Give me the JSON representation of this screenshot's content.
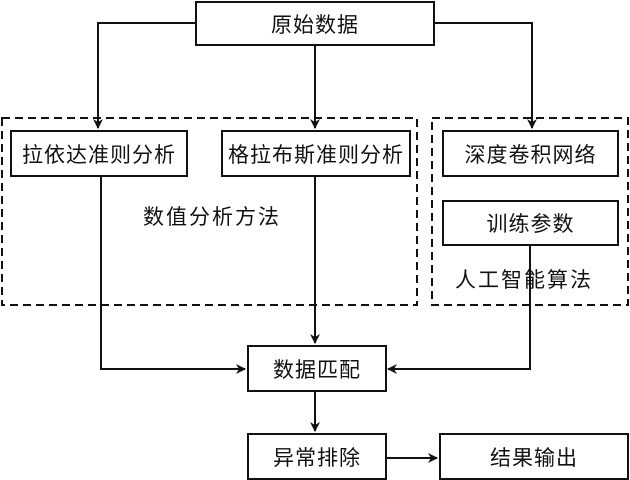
{
  "diagram": {
    "nodes": {
      "raw_data": "原始数据",
      "pauta": "拉依达准则分析",
      "grubbs": "格拉布斯准则分析",
      "cnn": "深度卷积网络",
      "train": "训练参数",
      "match": "数据匹配",
      "anomaly": "异常排除",
      "output": "结果输出"
    },
    "groups": {
      "numerical": "数值分析方法",
      "ai": "人工智能算法"
    },
    "edges": [
      {
        "from": "raw_data",
        "to": "pauta"
      },
      {
        "from": "raw_data",
        "to": "grubbs"
      },
      {
        "from": "raw_data",
        "to": "cnn"
      },
      {
        "from": "pauta",
        "to": "match"
      },
      {
        "from": "grubbs",
        "to": "match"
      },
      {
        "from": "train",
        "to": "match"
      },
      {
        "from": "match",
        "to": "anomaly"
      },
      {
        "from": "anomaly",
        "to": "output"
      }
    ]
  }
}
